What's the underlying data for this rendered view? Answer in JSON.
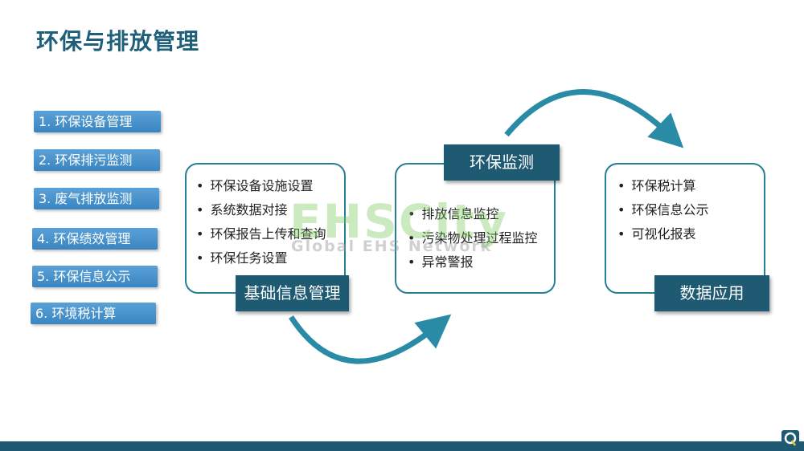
{
  "page": {
    "title": "环保与排放管理"
  },
  "menu": [
    {
      "label": "1. 环保设备管理"
    },
    {
      "label": "2. 环保排污监测"
    },
    {
      "label": "3. 废气排放监测"
    },
    {
      "label": "4. 环保绩效管理"
    },
    {
      "label": "5. 环保信息公示"
    },
    {
      "label": "6. 环境税计算"
    }
  ],
  "cards": [
    {
      "label": "基础信息管理",
      "items": [
        "环保设备设施设置",
        "系统数据对接",
        "环保报告上传和查询",
        "环保任务设置"
      ]
    },
    {
      "label": "环保监测",
      "items": [
        "排放信息监控",
        "污染物处理过程监控",
        "异常警报"
      ]
    },
    {
      "label": "数据应用",
      "items": [
        "环保税计算",
        "环保信息公示",
        "可视化报表"
      ]
    }
  ],
  "watermark": {
    "main": "EHSCity",
    "sub": "Global EHS Network"
  },
  "colors": {
    "accent": "#1e5a72",
    "arrow": "#2a8ba6",
    "menu": "#4a94cc"
  }
}
